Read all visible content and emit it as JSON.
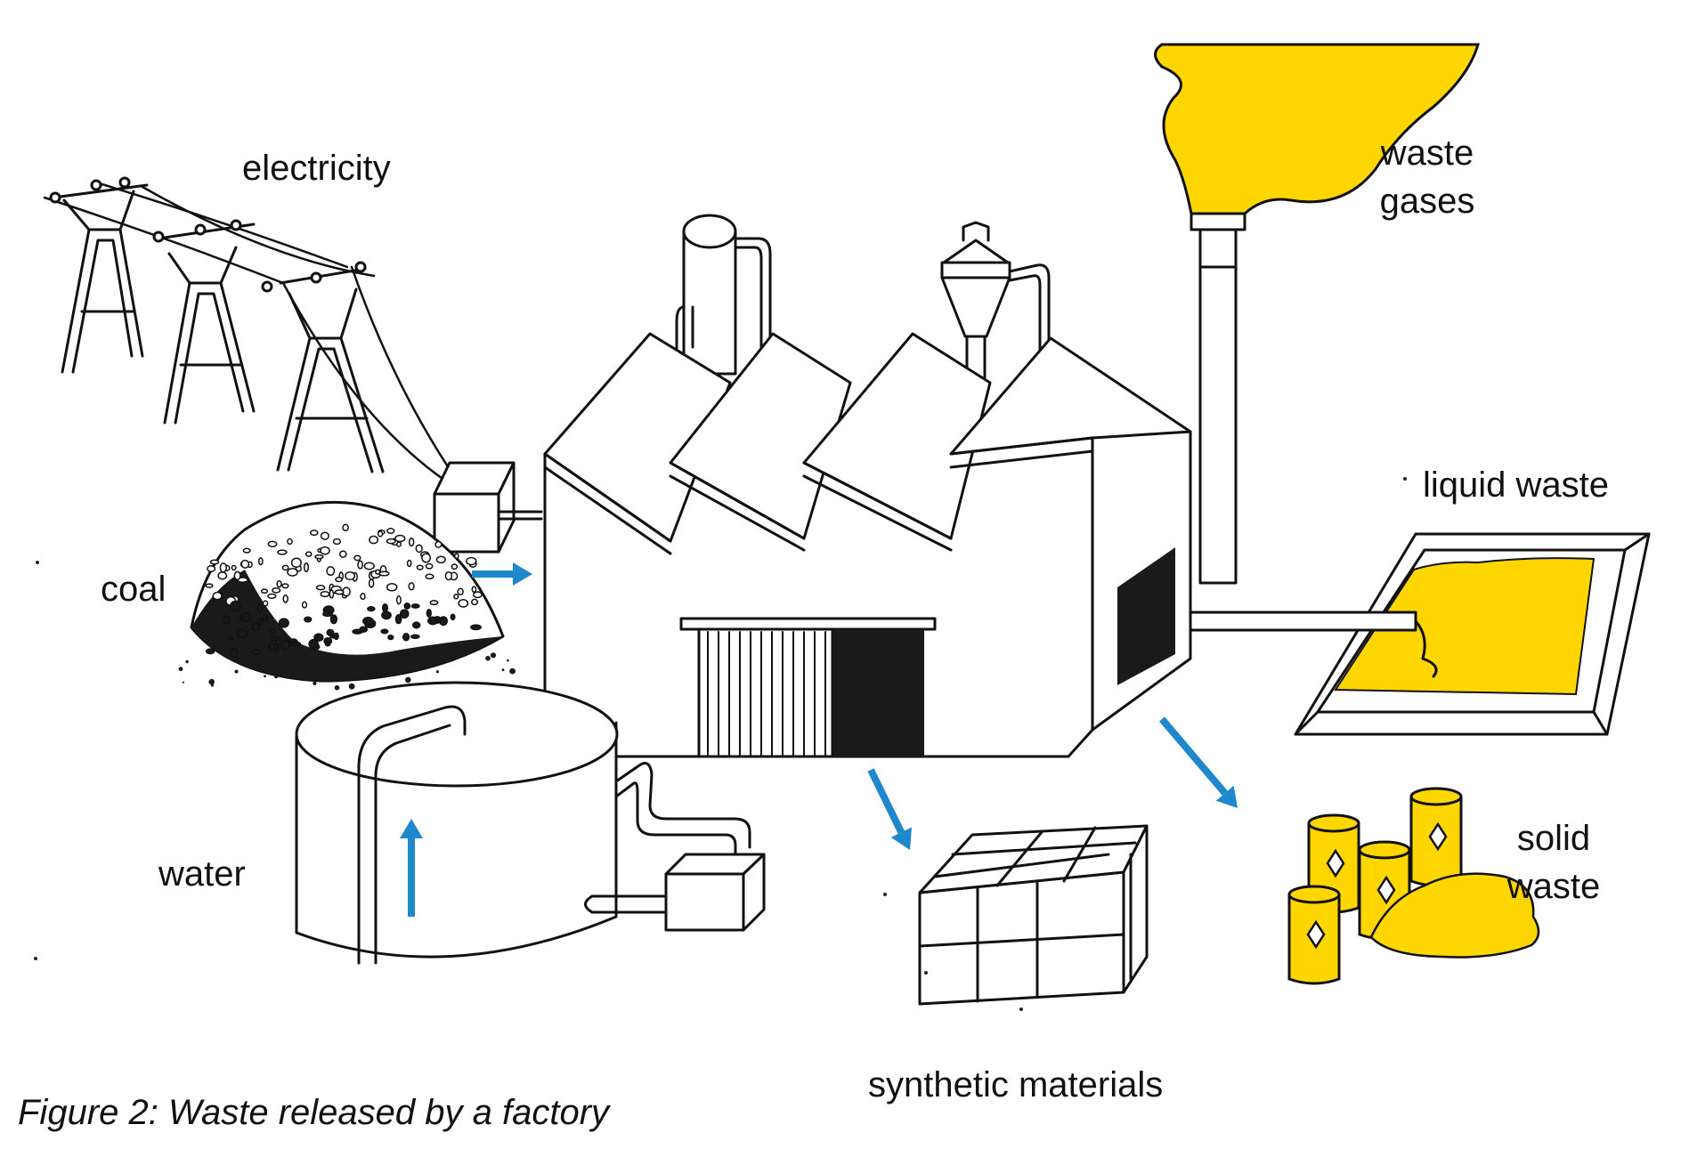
{
  "labels": {
    "electricity": "electricity",
    "coal": "coal",
    "water": "water",
    "waste_gases": [
      "waste",
      "gases"
    ],
    "liquid_waste": "liquid waste",
    "solid_waste": [
      "solid",
      "waste"
    ],
    "synthetic_materials": "synthetic materials"
  },
  "caption": "Figure 2: Waste released by a factory",
  "colors": {
    "waste": "#FFD600",
    "arrow": "#1F87CC",
    "ink": "#111111"
  },
  "icons": {
    "arrow": "arrow-icon",
    "hazard": "hazard-diamond-icon"
  }
}
